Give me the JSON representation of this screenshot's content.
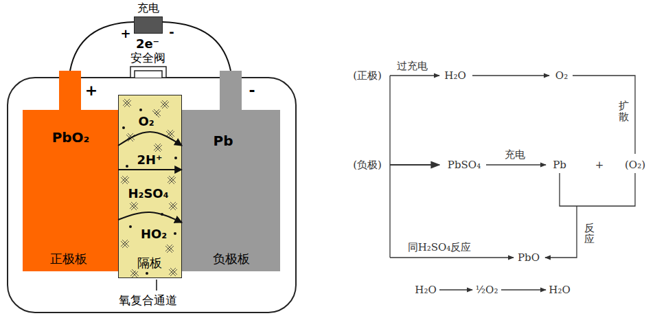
{
  "diagram": {
    "nodes": [
      {
        "text": [
          "充电"
        ]
      },
      {
        "text": [
          "+",
          "-"
        ]
      },
      {
        "text": [
          "PbO₂",
          "正极板"
        ],
        "in": 1
      },
      {
        "text": [
          "O₂",
          "2H⁺",
          "H₂SO₄",
          "HO₂",
          "隔板"
        ],
        "in": 1
      },
      {
        "text": [
          "Pb",
          "负极板"
        ],
        "in": 1
      }
    ],
    "edges": [
      {
        "from": 2,
        "to": 4,
        "arrow": "to"
      },
      {
        "from": 2,
        "to": 4,
        "arrow": "to"
      },
      {
        "from": 2,
        "to": 4,
        "arrow": "to"
      }
    ],
    "labels": [
      "+",
      "-",
      "2e⁻",
      "安全阀",
      "氧复合通道",
      "(正极)",
      "过充电",
      "H₂O",
      "O₂",
      "扩散",
      "(负极)",
      "PbSO₄",
      "充电",
      "Pb",
      "+",
      "(O₂)",
      "反应",
      "同H₂SO₄反应",
      "PbO",
      "H₂O",
      "½O₂",
      "H₂O"
    ]
  }
}
